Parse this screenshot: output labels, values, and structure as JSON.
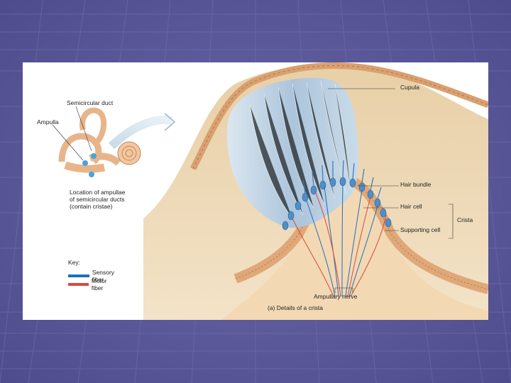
{
  "colors": {
    "slide_background": "#5a5898",
    "sensory_fiber": "#1f6fb8",
    "motor_fiber": "#d94a3c"
  },
  "figure": {
    "labels": {
      "semicircular_duct": "Semicircular duct",
      "ampulla": "Ampulla",
      "location_note": [
        "Location of ampullae",
        "of semicircular ducts",
        "(contain cristae)"
      ],
      "cupula": "Cupula",
      "hair_bundle": "Hair bundle",
      "hair_cell": "Hair cell",
      "crista": "Crista",
      "supporting_cell": "Supporting cell",
      "ampullary_nerve": "Ampullary nerve",
      "caption": "(a) Details of a crista"
    },
    "key": {
      "title": "Key:",
      "items": [
        {
          "label": "Sensory fiber",
          "color": "#1f6fb8"
        },
        {
          "label": "Motor fiber",
          "color": "#d94a3c"
        }
      ]
    }
  }
}
